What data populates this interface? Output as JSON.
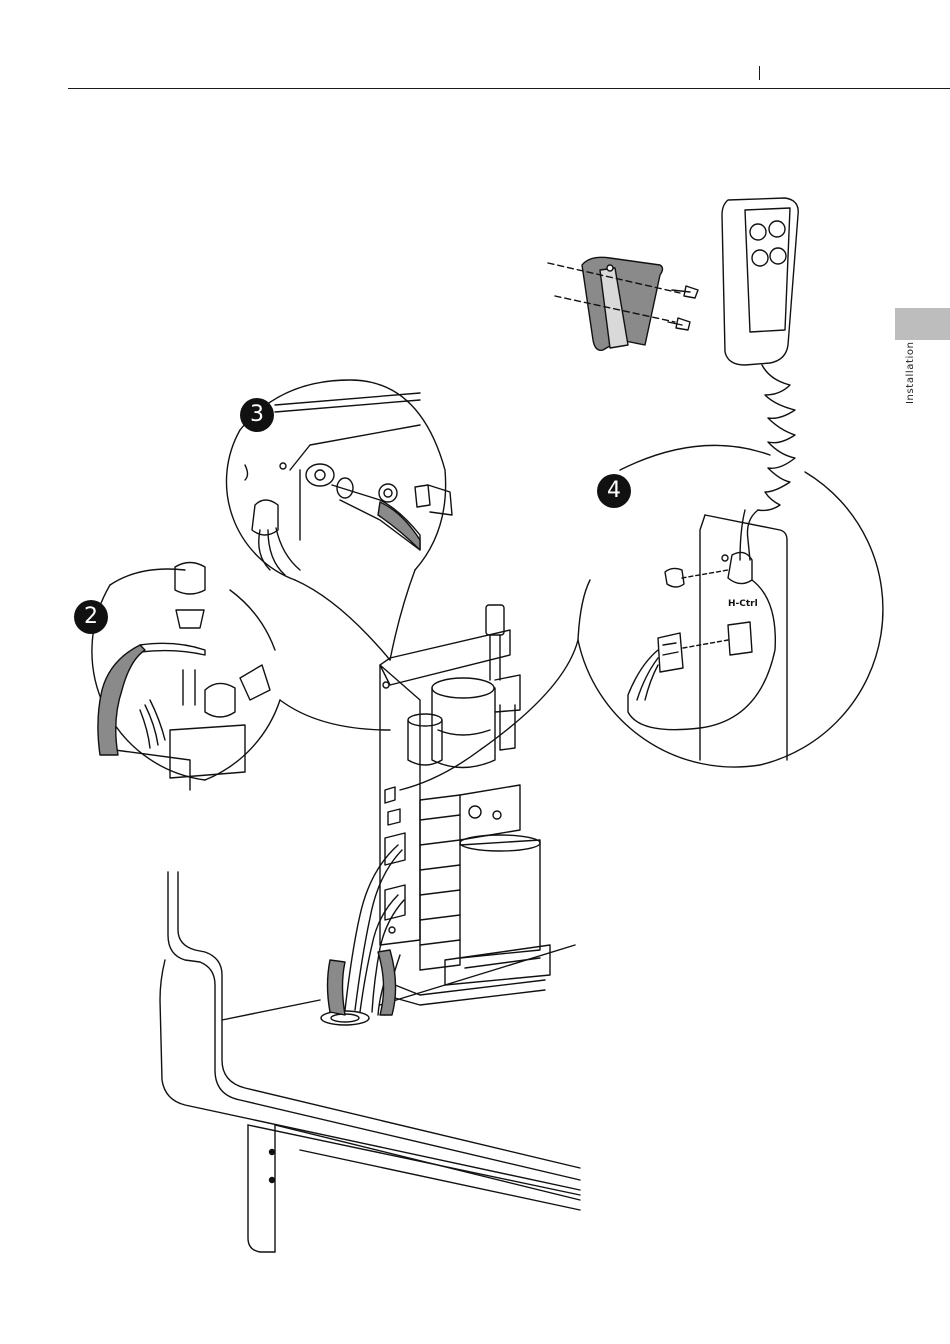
{
  "header": {
    "right_text": ""
  },
  "side_tab": {
    "label": "Installation",
    "color": "#bdbdbd"
  },
  "steps": [
    {
      "number": "2"
    },
    {
      "number": "3"
    },
    {
      "number": "4"
    }
  ],
  "colors": {
    "ink": "#111111",
    "grey_part": "#8a8a8a",
    "light_grey": "#d9d9d9"
  }
}
